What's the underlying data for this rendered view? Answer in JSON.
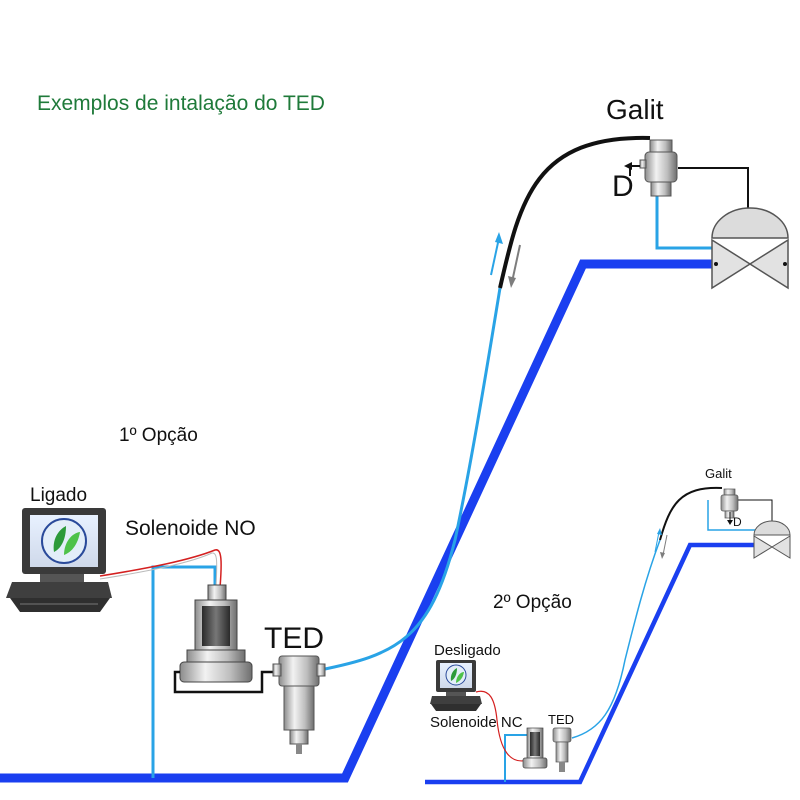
{
  "title": "Exemplos de intalação do TED",
  "option1": {
    "heading": "1º Opção",
    "computer_label": "Ligado",
    "solenoid_label": "Solenoide NO",
    "ted_label": "TED",
    "galit_label": "Galit",
    "drain_label": "D"
  },
  "option2": {
    "heading": "2º Opção",
    "computer_label": "Desligado",
    "solenoid_label": "Solenoide NC",
    "ted_label": "TED",
    "galit_label": "Galit",
    "drain_label": "D"
  },
  "colors": {
    "title": "#1f7a3a",
    "main_pipe": "#1a3ff0",
    "tube": "#29a3e6",
    "cable": "#d42020",
    "galit_line": "#111111"
  }
}
